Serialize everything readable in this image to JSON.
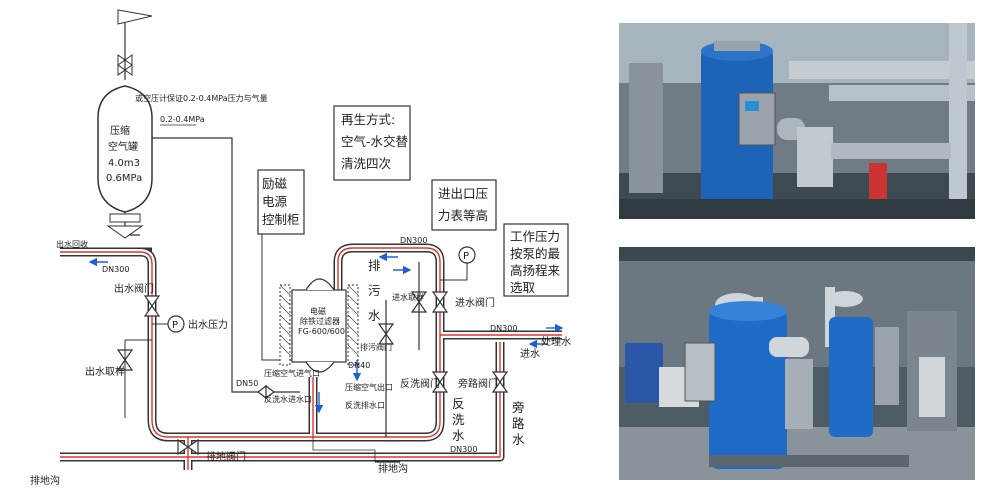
{
  "diagram": {
    "vent_note": "或空压计保证0.2-0.4MPa压力与气量",
    "pressure_setting": "0.2-0.4MPa",
    "tank": {
      "line1": "压缩",
      "line2": "空气罐",
      "line3": "4.0m3",
      "line4": "0.6MPa"
    },
    "regen_box": {
      "line1": "再生方式:",
      "line2": "空气-水交替",
      "line3": "清洗四次"
    },
    "cabinet_box": {
      "line1": "励磁",
      "line2": "电源",
      "line3": "控制柜"
    },
    "gauge_box": {
      "line1": "进出口压",
      "line2": "力表等高"
    },
    "pressure_box": {
      "line1": "工作压力",
      "line2": "按泵的最",
      "line3": "高扬程来",
      "line4": "选取"
    },
    "labels": {
      "outlet_recovery": "出水回收",
      "dn_top_left": "DN300",
      "dn_top_mid": "DN300",
      "dn_right": "DN300",
      "dn_bottom": "DN300",
      "dn_air": "DN50",
      "dn_drain": "DN40",
      "outlet_valve": "出水阀门",
      "outlet_pressure": "出水压力",
      "outlet_sampling": "出水取样",
      "drain_v1": "排",
      "drain_v2": "污",
      "drain_v3": "水",
      "drain_valve": "排污阀门",
      "inlet_sampling": "进水取样",
      "inlet_valve": "进水阀门",
      "treated_water": "处理水",
      "inlet_water": "进水",
      "backwash_valve": "反洗阀门",
      "bypass_valve": "旁路阀门",
      "backwash_v1": "反",
      "backwash_v2": "洗",
      "backwash_v3": "水",
      "bypass_v1": "旁",
      "bypass_v2": "路",
      "bypass_v3": "水",
      "drain_valve_main": "排地阀门",
      "ground_trench": "排地沟",
      "floor_drain": "排地沟",
      "filter_name1": "电磁",
      "filter_name2": "除铁过滤器",
      "filter_model": "FG-600/600",
      "air_inlet": "压缩空气进气口",
      "backwash_inlet": "反洗水进水口",
      "drain_outlet": "压缩空气出口",
      "rinse_outlet": "反洗排水口",
      "pressure_gauge": "P"
    }
  },
  "colors": {
    "pipe_outline": "#333333",
    "pipe_core": "#e8322a",
    "flow": "#1f5fd6"
  }
}
